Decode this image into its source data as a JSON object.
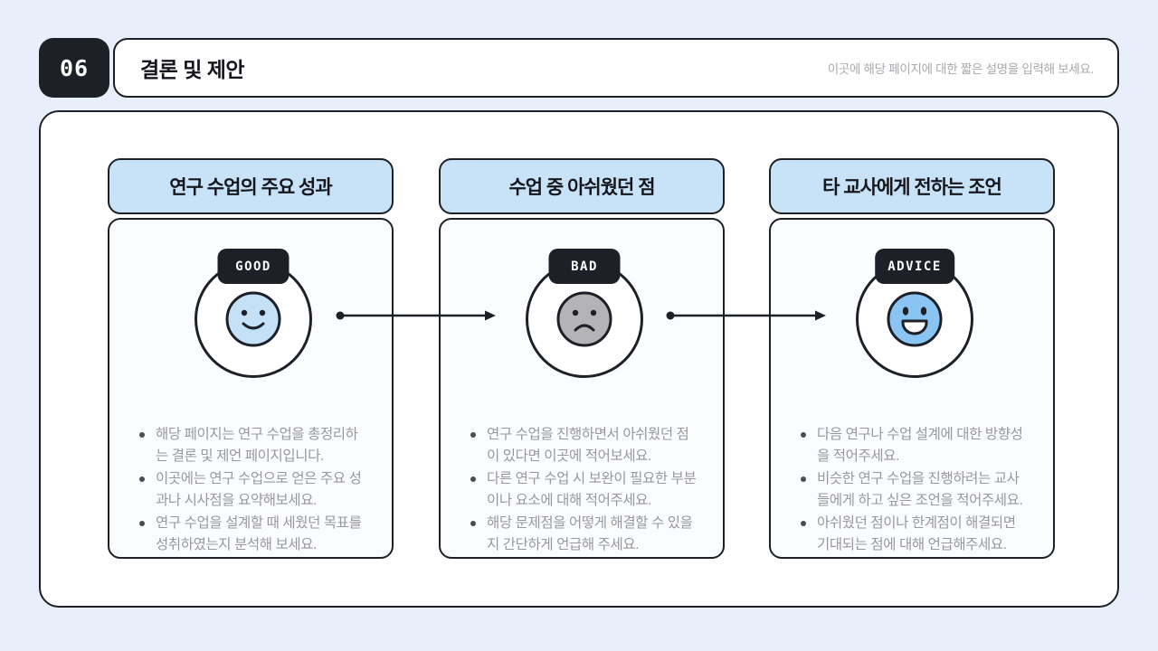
{
  "page": {
    "number": "06",
    "title": "결론 및 제안",
    "description": "이곳에 해당 페이지에 대한 짧은 설명을 입력해 보세요."
  },
  "colors": {
    "background": "#e9effa",
    "dark": "#1d2026",
    "header_blue": "#c8e2f8",
    "good_face_fill": "#c5e1f8",
    "bad_face_fill": "#b4b4b6",
    "advice_face_fill": "#8ac4f2",
    "body_text": "#98989c"
  },
  "cards": [
    {
      "title": "연구 수업의 주요 성과",
      "badge": "GOOD",
      "bullets": [
        "해당 페이지는 연구 수업을 총정리하는 결론 및 제언 페이지입니다.",
        "이곳에는 연구 수업으로 얻은 주요 성과나 시사점을 요약해보세요.",
        "연구 수업을 설계할 때 세웠던 목표를 성취하였는지 분석해 보세요."
      ]
    },
    {
      "title": "수업 중 아쉬웠던 점",
      "badge": "BAD",
      "bullets": [
        "연구 수업을 진행하면서 아쉬웠던 점이 있다면 이곳에 적어보세요.",
        "다른 연구 수업 시 보완이 필요한 부분이나 요소에 대해 적어주세요.",
        "해당 문제점을 어떻게 해결할 수 있을지 간단하게 언급해 주세요."
      ]
    },
    {
      "title": "타 교사에게 전하는 조언",
      "badge": "ADVICE",
      "bullets": [
        "다음 연구나 수업 설계에 대한 방향성을 적어주세요.",
        "비슷한 연구 수업을 진행하려는 교사들에게 하고 싶은 조언을 적어주세요.",
        "아쉬웠던 점이나 한계점이 해결되면 기대되는 점에 대해 언급해주세요."
      ]
    }
  ]
}
